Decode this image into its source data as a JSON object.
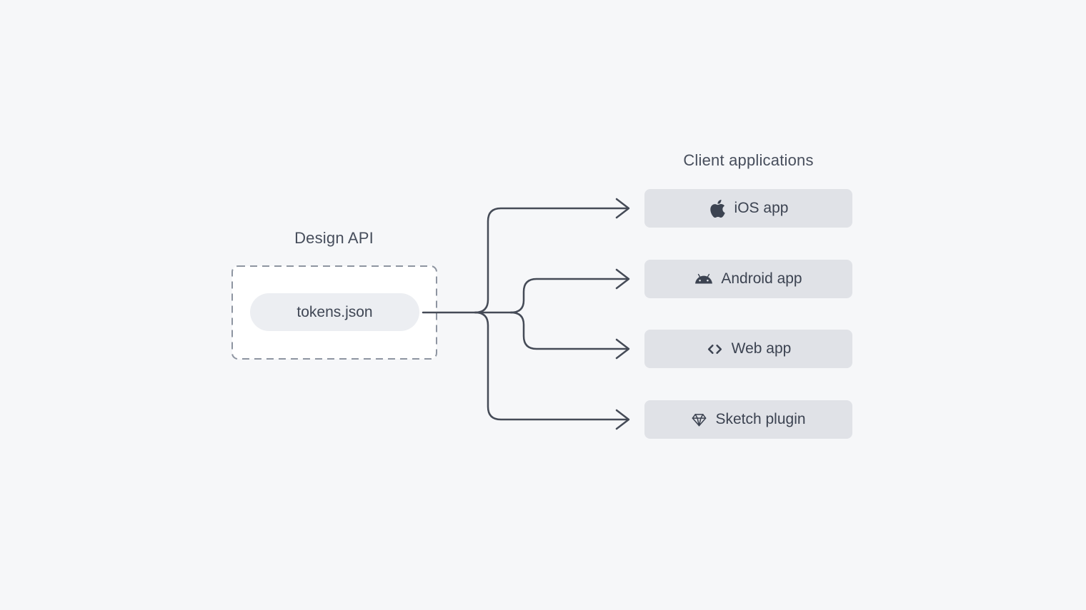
{
  "canvas": {
    "background": "#f6f7f9"
  },
  "colors": {
    "line": "#454b57",
    "text": "#474e5c",
    "client_node_fill": "#e0e2e7",
    "pill_fill": "#eceef2",
    "dashed_border": "#8e95a1",
    "dashed_fill": "#ffffff"
  },
  "design_api": {
    "heading": "Design API",
    "node_label": "tokens.json"
  },
  "client_applications": {
    "heading": "Client applications",
    "items": [
      {
        "label": "iOS app",
        "icon": "apple-icon"
      },
      {
        "label": "Android app",
        "icon": "android-icon"
      },
      {
        "label": "Web app",
        "icon": "code-brackets-icon"
      },
      {
        "label": "Sketch plugin",
        "icon": "gem-icon"
      }
    ]
  }
}
